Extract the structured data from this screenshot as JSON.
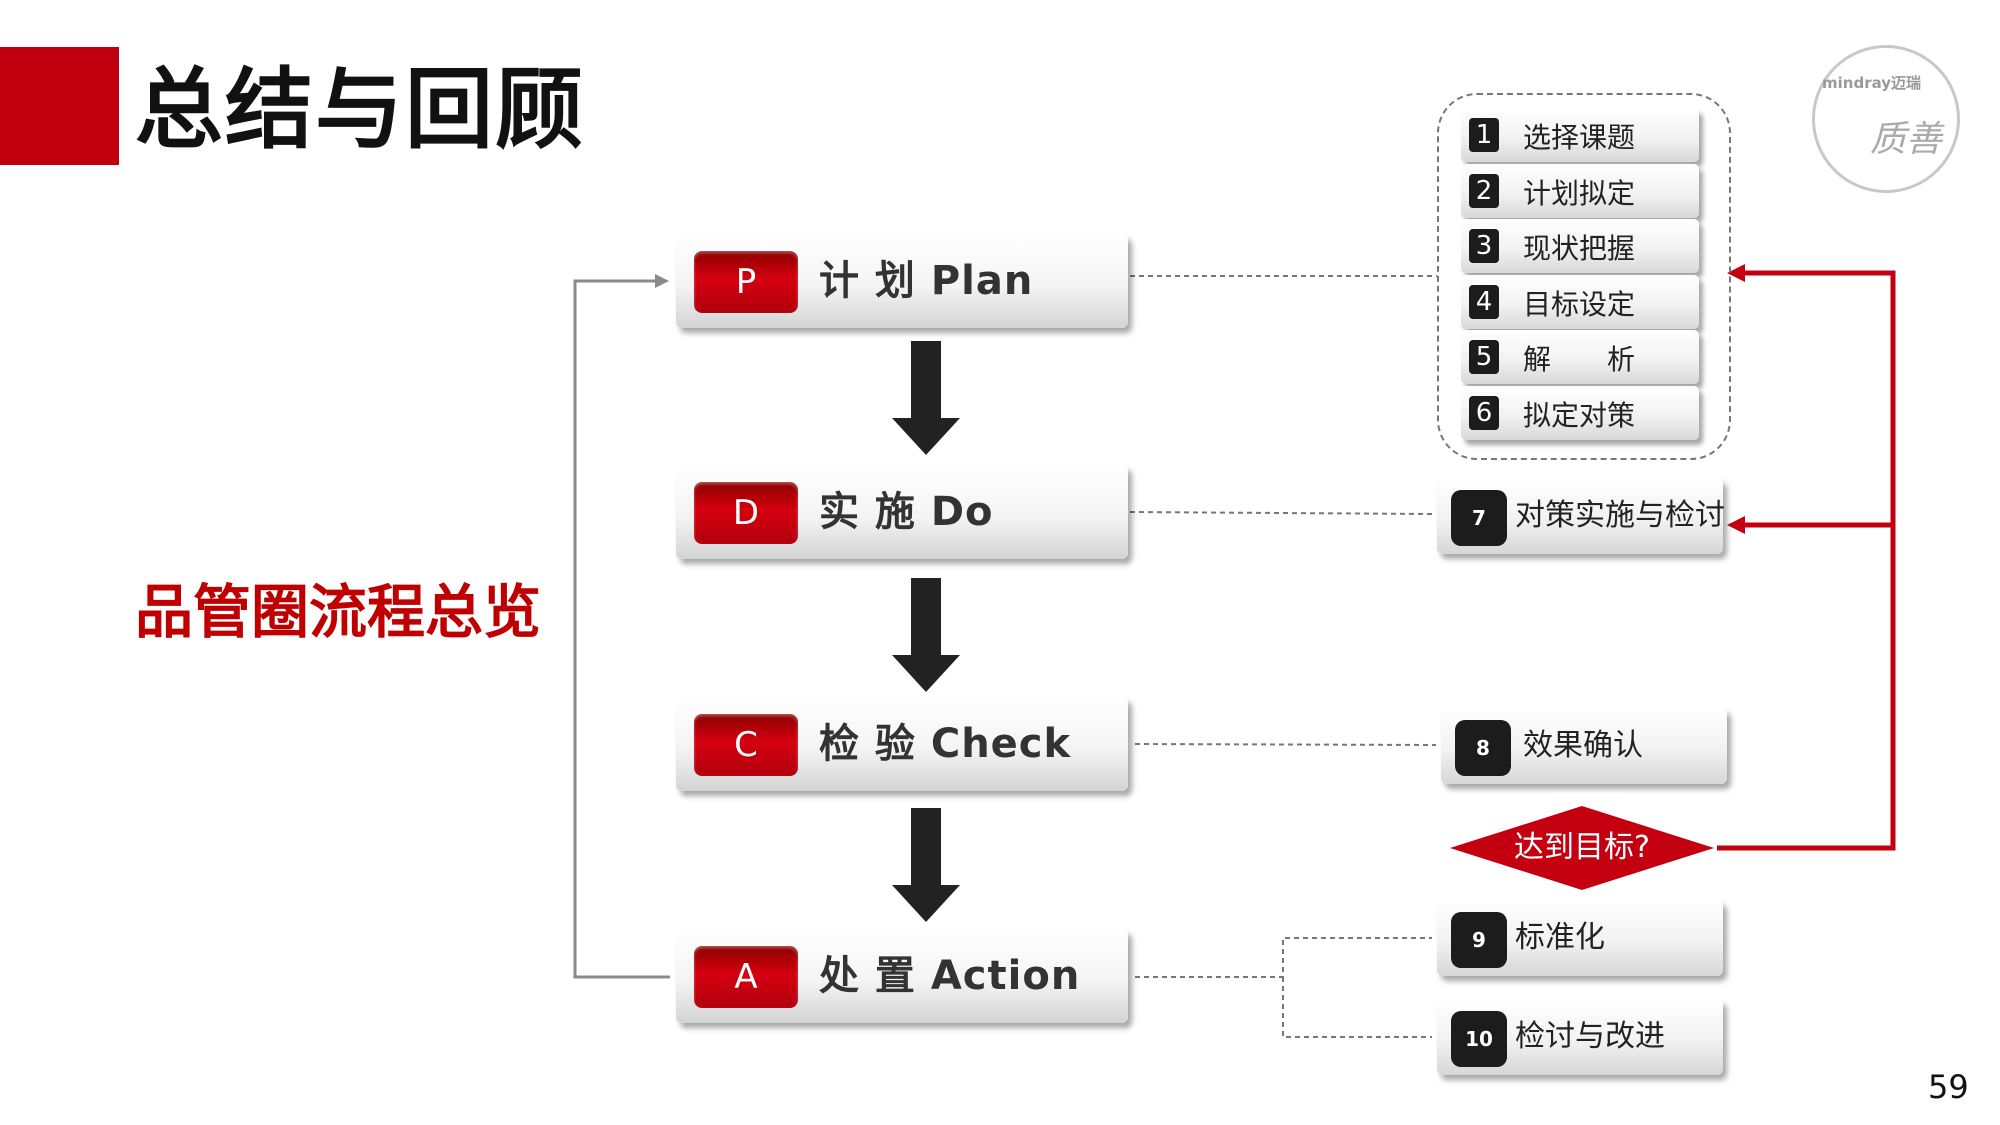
{
  "header": {
    "title": "总结与回顾",
    "page_number": "59"
  },
  "subtitle": "品管圈流程总览",
  "logo": {
    "brand": "mindray迈瑞",
    "chars": "质善"
  },
  "phases": [
    {
      "letter": "P",
      "label": "计 划 Plan"
    },
    {
      "letter": "D",
      "label": "实 施 Do"
    },
    {
      "letter": "C",
      "label": "检 验 Check"
    },
    {
      "letter": "A",
      "label": "处 置 Action"
    }
  ],
  "plan_steps": [
    {
      "num": "1",
      "label": "选择课题"
    },
    {
      "num": "2",
      "label": "计划拟定"
    },
    {
      "num": "3",
      "label": "现状把握"
    },
    {
      "num": "4",
      "label": "目标设定"
    },
    {
      "num": "5",
      "label": "解　　析"
    },
    {
      "num": "6",
      "label": "拟定对策"
    }
  ],
  "do_step": {
    "num": "7",
    "label": "对策实施与检讨"
  },
  "check_step": {
    "num": "8",
    "label": "效果确认"
  },
  "decision": "达到目标?",
  "action_steps": [
    {
      "num": "9",
      "label": "标准化"
    },
    {
      "num": "10",
      "label": "检讨与改进"
    }
  ],
  "colors": {
    "accent": "#c0000e",
    "dark": "#1c1c1c"
  }
}
